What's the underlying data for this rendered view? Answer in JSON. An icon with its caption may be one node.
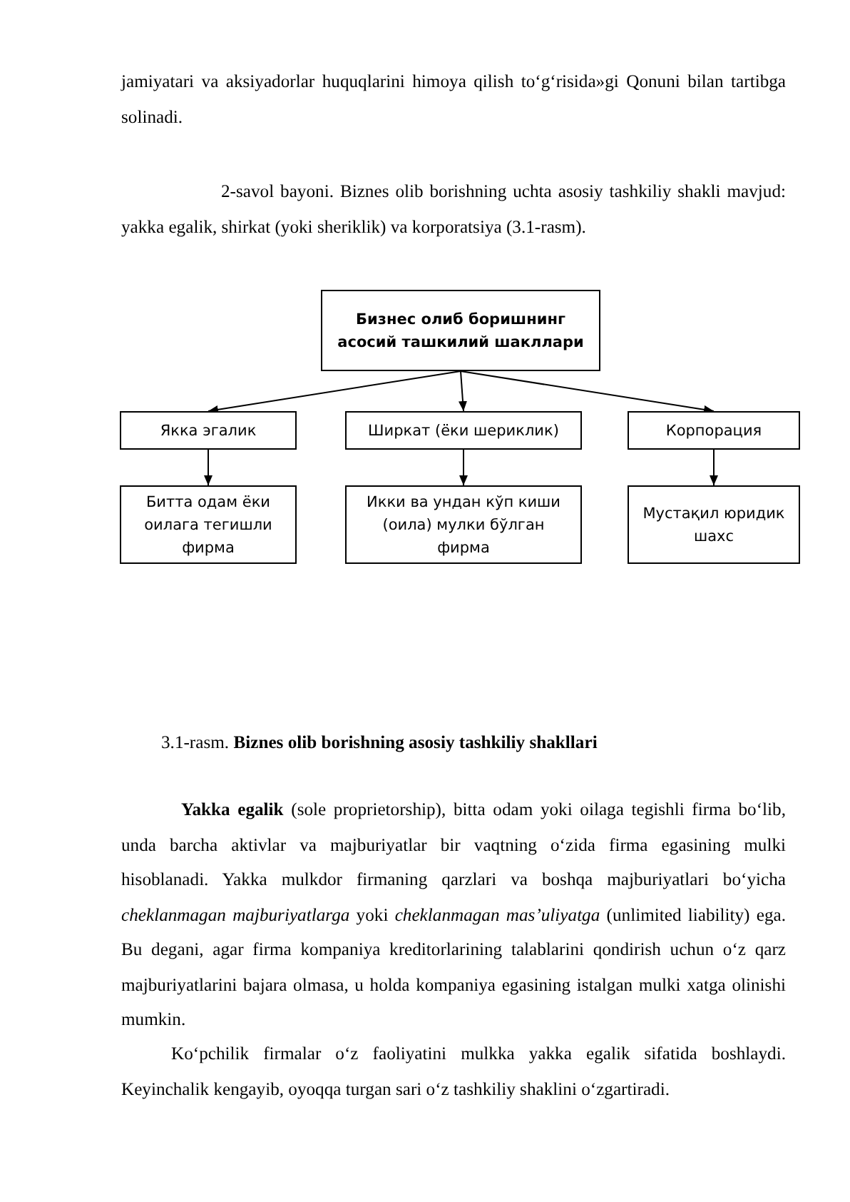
{
  "diagram": {
    "caption": "3.1-rasm. **Biznes olib borishning asosiy tashkiliy shakllari**",
    "nodes": [
      {
        "text": [
          "Бизнес олиб боришнинг асосий ташкилий шакллари"
        ]
      },
      {
        "text": [
          "Якка эгалик"
        ]
      },
      {
        "text": [
          "Ширкат (ёки шериклик)"
        ]
      },
      {
        "text": [
          "Корпорация"
        ]
      },
      {
        "text": [
          "Битта одам ёки оилага тегишли фирма"
        ]
      },
      {
        "text": [
          "Икки ва ундан кўп киши (оила) мулки бўлган фирма"
        ]
      },
      {
        "text": [
          "Мустақил юридик шахс"
        ]
      }
    ],
    "edges": [
      {
        "from": 0,
        "to": 1,
        "arrow": "to"
      },
      {
        "from": 0,
        "to": 2,
        "arrow": "to"
      },
      {
        "from": 0,
        "to": 3,
        "arrow": "to"
      },
      {
        "from": 1,
        "to": 4,
        "arrow": "to"
      },
      {
        "from": 2,
        "to": 5,
        "arrow": "to"
      },
      {
        "from": 3,
        "to": 6,
        "arrow": "to"
      }
    ],
    "labels": [
      "jamiyatari va aksiyadorlar huquqlarini himoya qilish to‘g‘risida»gi Qonuni bilan tartibga solinadi.",
      "2-savol bayoni. Biznes olib borishning uchta asosiy tashkiliy shakli mavjud: yakka egalik, shirkat (yoki sheriklik) va korporatsiya (3.1-rasm).",
      "**Yakka egalik** (sole proprietorship), bitta odam yoki oilaga tegishli firma bo‘lib, unda barcha aktivlar va majburiyatlar bir vaqtning o‘zida firma egasining mulki hisoblanadi. Yakka mulkdor firmaning qarzlari va boshqa majburiyatlari bo‘yicha *cheklanmagan majburiyatlarga* yoki *cheklanmagan mas’uliyatga* (unlimited liability) ega. Bu degani, agar firma kompaniya kreditorlarining talablarini qondirish uchun o‘z qarz majburiyatlarini bajara olmasa, u holda kompaniya egasining istalgan mulki xatga olinishi mumkin.",
      "Ko‘pchilik firmalar o‘z faoliyatini mulkka yakka egalik sifatida boshlaydi. Keyinchalik kengayib, oyoqqa turgan sari o‘z tashkiliy shaklini o‘zgartiradi."
    ]
  }
}
